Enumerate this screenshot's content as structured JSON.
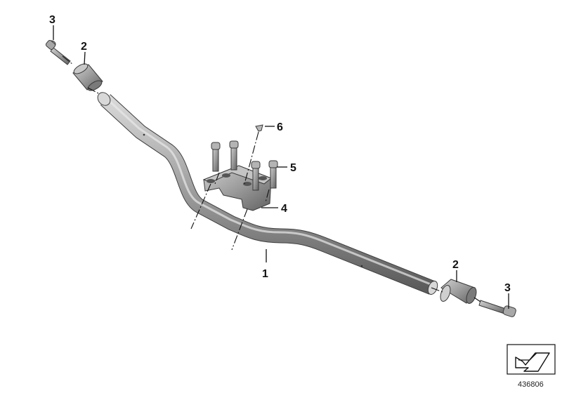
{
  "callouts": {
    "handlebar": "1",
    "bar_end_weight_left": "2",
    "bar_end_weight_right": "2",
    "bar_end_screw_left": "3",
    "bar_end_screw_right": "3",
    "clamp": "4",
    "clamp_screws": "5",
    "plug": "6"
  },
  "document_number": "436806",
  "icons": {
    "corner_symbol": "arrow-down-left-icon"
  },
  "colors": {
    "part_gray": "#9a9a9a",
    "part_dark": "#5e5e5e",
    "part_light": "#cfcfcf",
    "line": "#111111"
  }
}
